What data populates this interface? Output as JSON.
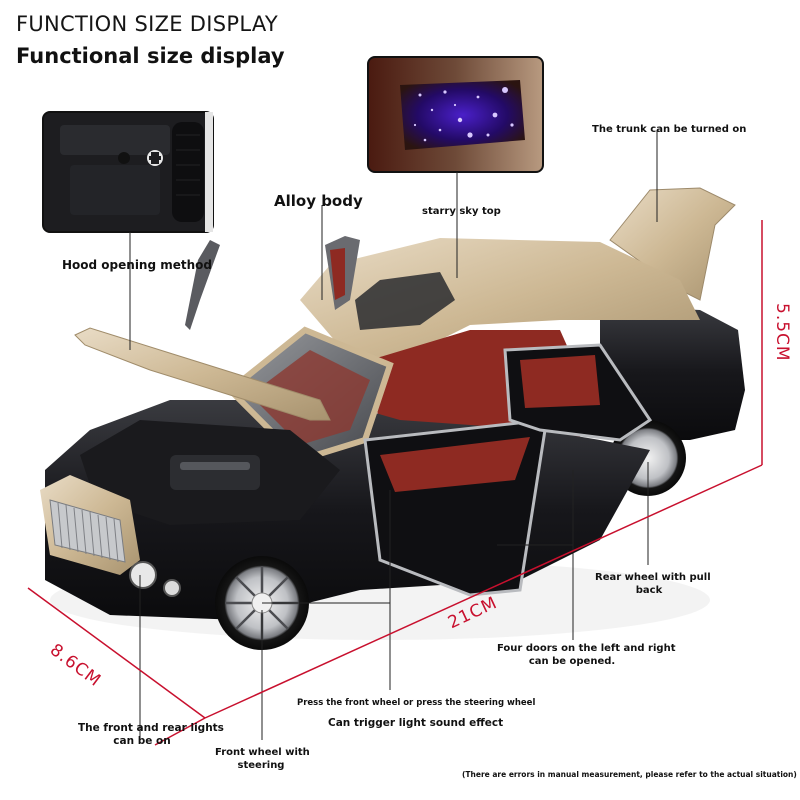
{
  "header": {
    "title": "FUNCTION SIZE DISPLAY",
    "subtitle": "Functional size display"
  },
  "insets": [
    {
      "name": "hood-mechanism-photo",
      "description": "close-up of hood opening mechanism"
    },
    {
      "name": "starry-sky-photo",
      "description": "purple starry sky roof lights"
    }
  ],
  "callouts": {
    "hood": "Hood opening method",
    "alloy": "Alloy body",
    "starry": "starry sky top",
    "trunk": "The trunk can be turned on",
    "rear_wheel_line1": "Rear wheel with pull",
    "rear_wheel_line2": "back",
    "doors_line1": "Four doors on the left and right",
    "doors_line2": "can be opened.",
    "press_line1": "Press the front wheel or press the steering wheel",
    "press_line2": "Can trigger light sound effect",
    "lights_line1": "The front and rear lights",
    "lights_line2": "can be on",
    "steering_line1": "Front wheel with",
    "steering_line2": "steering"
  },
  "dimensions": {
    "width": "8.6CM",
    "length": "21CM",
    "height": "5.5CM",
    "color": "#c8102e"
  },
  "footer": {
    "note": "(There are errors in manual measurement, please refer to the actual situation)"
  },
  "colors": {
    "body_black": "#16161a",
    "body_champagne": "#d8c7ad",
    "interior_red": "#8e2a22",
    "chrome": "#c9cbcf"
  }
}
